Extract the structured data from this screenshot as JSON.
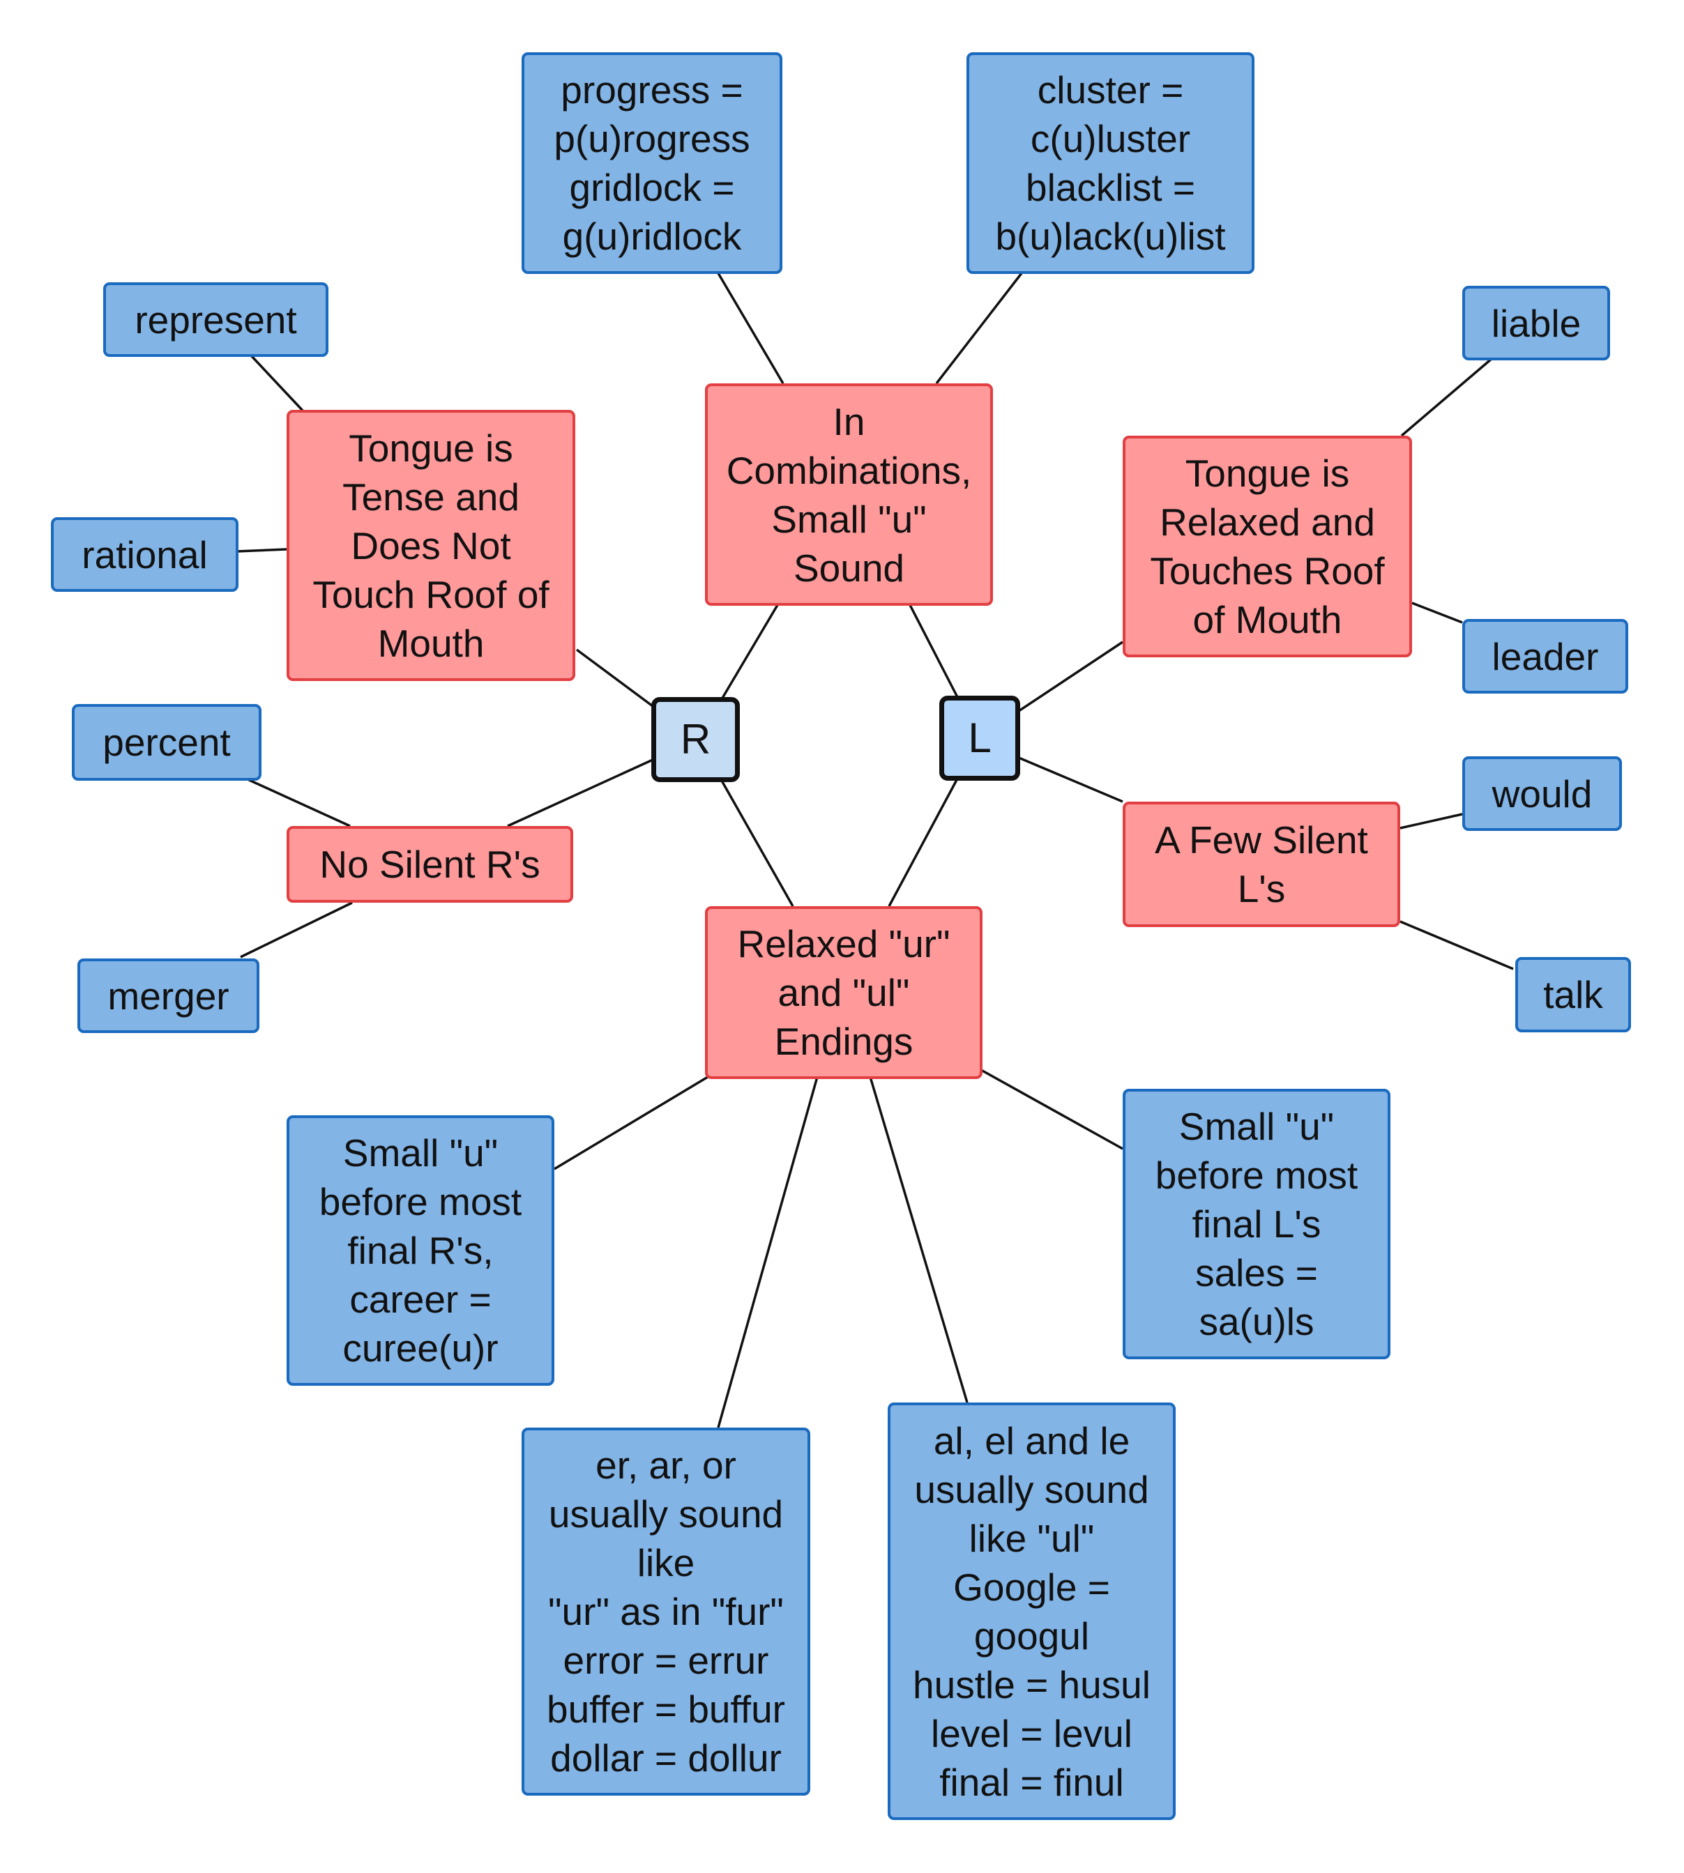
{
  "colors": {
    "blue_fill": "#82b4e6",
    "blue_border": "#1a6abf",
    "red_fill": "#ff999a",
    "red_border": "#e23f42",
    "hub_border": "#111111",
    "link": "#111111"
  },
  "hubs": {
    "r": "R",
    "l": "L"
  },
  "topics": {
    "combinations": "In\nCombinations,\nSmall \"u\"\nSound",
    "tense": "Tongue is\nTense and\nDoes Not\nTouch Roof of\nMouth",
    "relaxed": "Tongue is\nRelaxed and\nTouches Roof\nof Mouth",
    "no_silent_r": "No Silent R's",
    "few_silent_l": "A Few Silent\nL's",
    "endings": "Relaxed \"ur\"\nand \"ul\"\nEndings"
  },
  "examples": {
    "progress": "progress =\np(u)rogress\ngridlock =\ng(u)ridlock",
    "cluster": "cluster =\nc(u)luster\nblacklist =\nb(u)lack(u)list",
    "represent": "represent",
    "rational": "rational",
    "liable": "liable",
    "leader": "leader",
    "percent": "percent",
    "merger": "merger",
    "would": "would",
    "talk": "talk",
    "final_r": "Small \"u\"\nbefore most\nfinal R's,\ncareer =\ncuree(u)r",
    "final_l": "Small \"u\"\nbefore most\nfinal L's\nsales =\nsa(u)ls",
    "er_ar_or": "er, ar, or\nusually sound\nlike\n\"ur\" as in \"fur\"\nerror = errur\nbuffer = buffur\ndollar = dollur",
    "al_el_le": "al, el and le\nusually sound\nlike \"ul\"\nGoogle =\ngoogul\nhustle = husul\nlevel = levul\nfinal = finul"
  }
}
